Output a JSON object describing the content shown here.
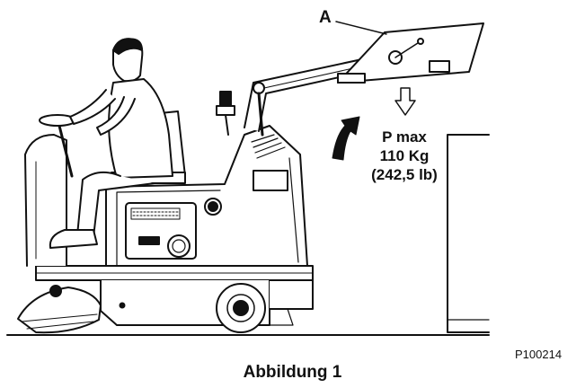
{
  "callout": {
    "letter": "A"
  },
  "load": {
    "line1": "P max",
    "line2": "110 Kg",
    "line3": "(242,5 lb)"
  },
  "reference_code": "P100214",
  "caption": "Abbildung 1"
}
